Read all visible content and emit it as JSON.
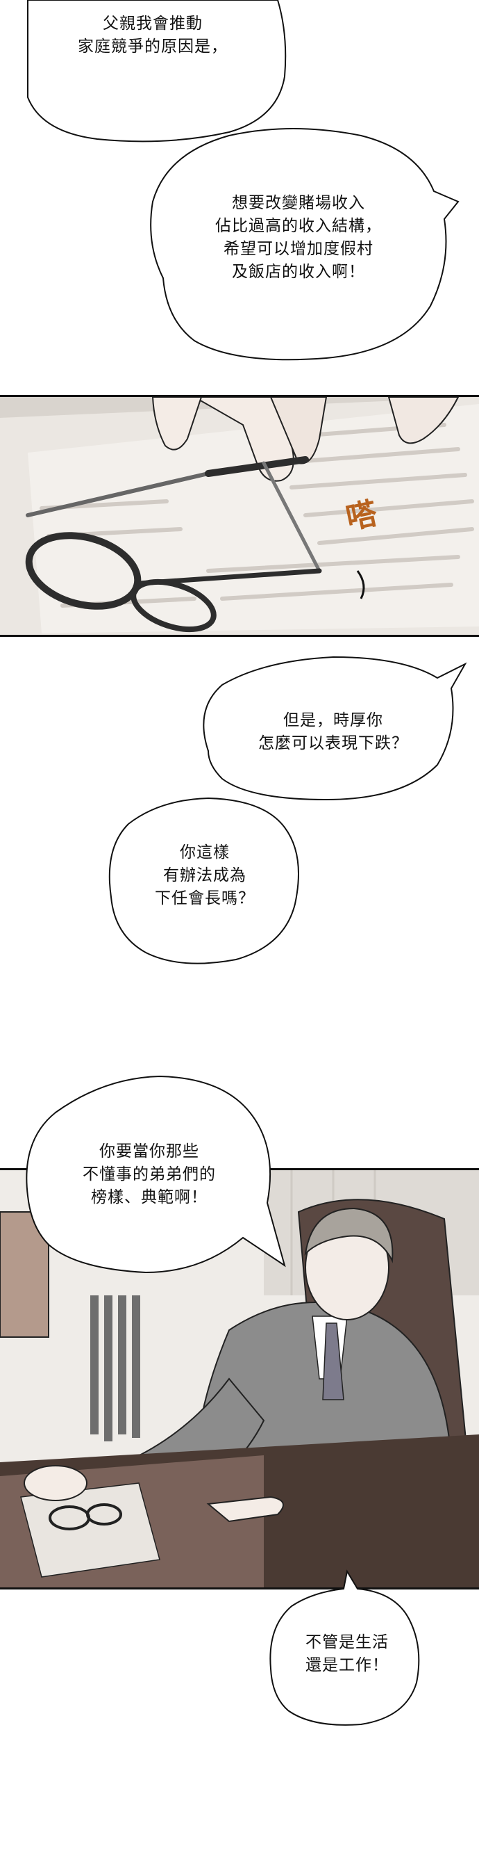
{
  "bubbles": {
    "b1": "父親我會推動\n家庭競爭的原因是，",
    "b2": "想要改變賭場收入\n佔比過高的收入結構，\n希望可以增加度假村\n及飯店的收入啊！",
    "b3": "但是，時厚你\n怎麼可以表現下跌？",
    "b4": "你這樣\n有辦法成為\n下任會長嗎？",
    "b5": "你要當你那些\n不懂事的弟弟們的\n榜樣、典範啊！",
    "b6": "不管是生活\n還是工作！"
  },
  "sfx": {
    "tap": "嗒"
  },
  "colors": {
    "ink": "#111111",
    "sfx": "#b8621e",
    "paper": "#e9e5e0",
    "suit": "#8c8c8c",
    "desk": "#4a3a33"
  }
}
